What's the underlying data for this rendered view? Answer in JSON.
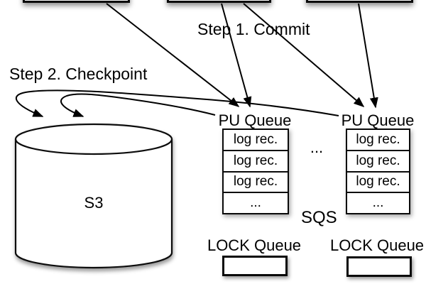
{
  "diagram": {
    "step1_label": "Step 1. Commit",
    "step2_label": "Step 2. Checkpoint",
    "s3_label": "S3",
    "sqs_label": "SQS",
    "mid_ellipsis": "...",
    "pu_queues": [
      {
        "title": "PU Queue",
        "rows": [
          "log rec.",
          "log rec.",
          "log rec.",
          "..."
        ]
      },
      {
        "title": "PU Queue",
        "rows": [
          "log rec.",
          "log rec.",
          "log rec.",
          "..."
        ]
      }
    ],
    "lock_queues": [
      {
        "title": "LOCK Queue"
      },
      {
        "title": "LOCK Queue"
      }
    ],
    "colors": {
      "ink": "#000000",
      "fill": "#ffffff",
      "shadow": "rgba(0,0,0,0.4)"
    }
  }
}
